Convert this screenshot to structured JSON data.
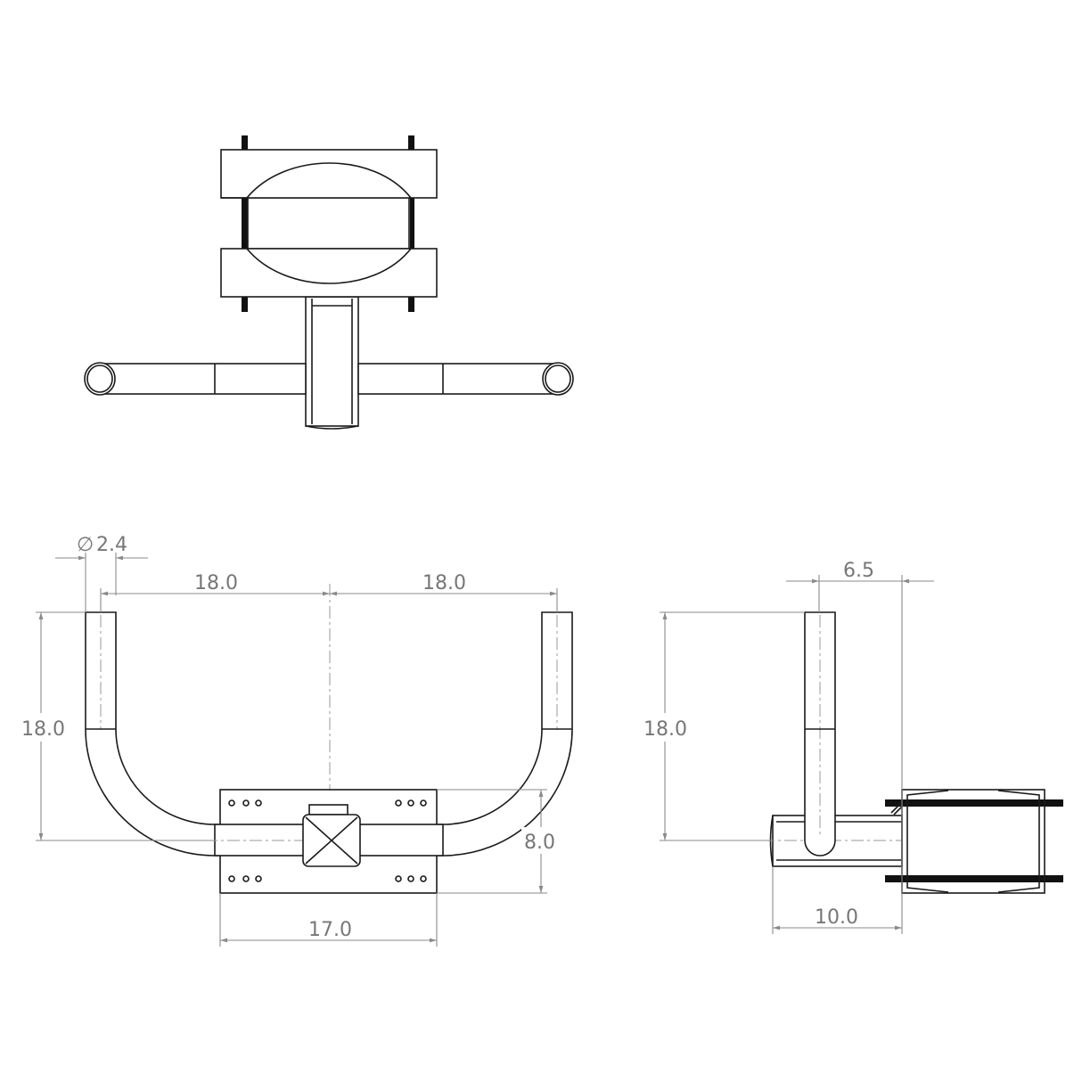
{
  "views": [
    "top",
    "front",
    "side"
  ],
  "dimensions": {
    "tube_diameter": "2.4",
    "diameter_symbol": "∅",
    "left_arm_spacing": "18.0",
    "right_arm_spacing": "18.0",
    "front_arm_height": "18.0",
    "plate_height": "8.0",
    "plate_width": "17.0",
    "side_offset": "6.5",
    "side_arm_height": "18.0",
    "side_depth": "10.0"
  },
  "colors": {
    "line": "#1a1a1a",
    "dimension": "#8a8a8a"
  }
}
